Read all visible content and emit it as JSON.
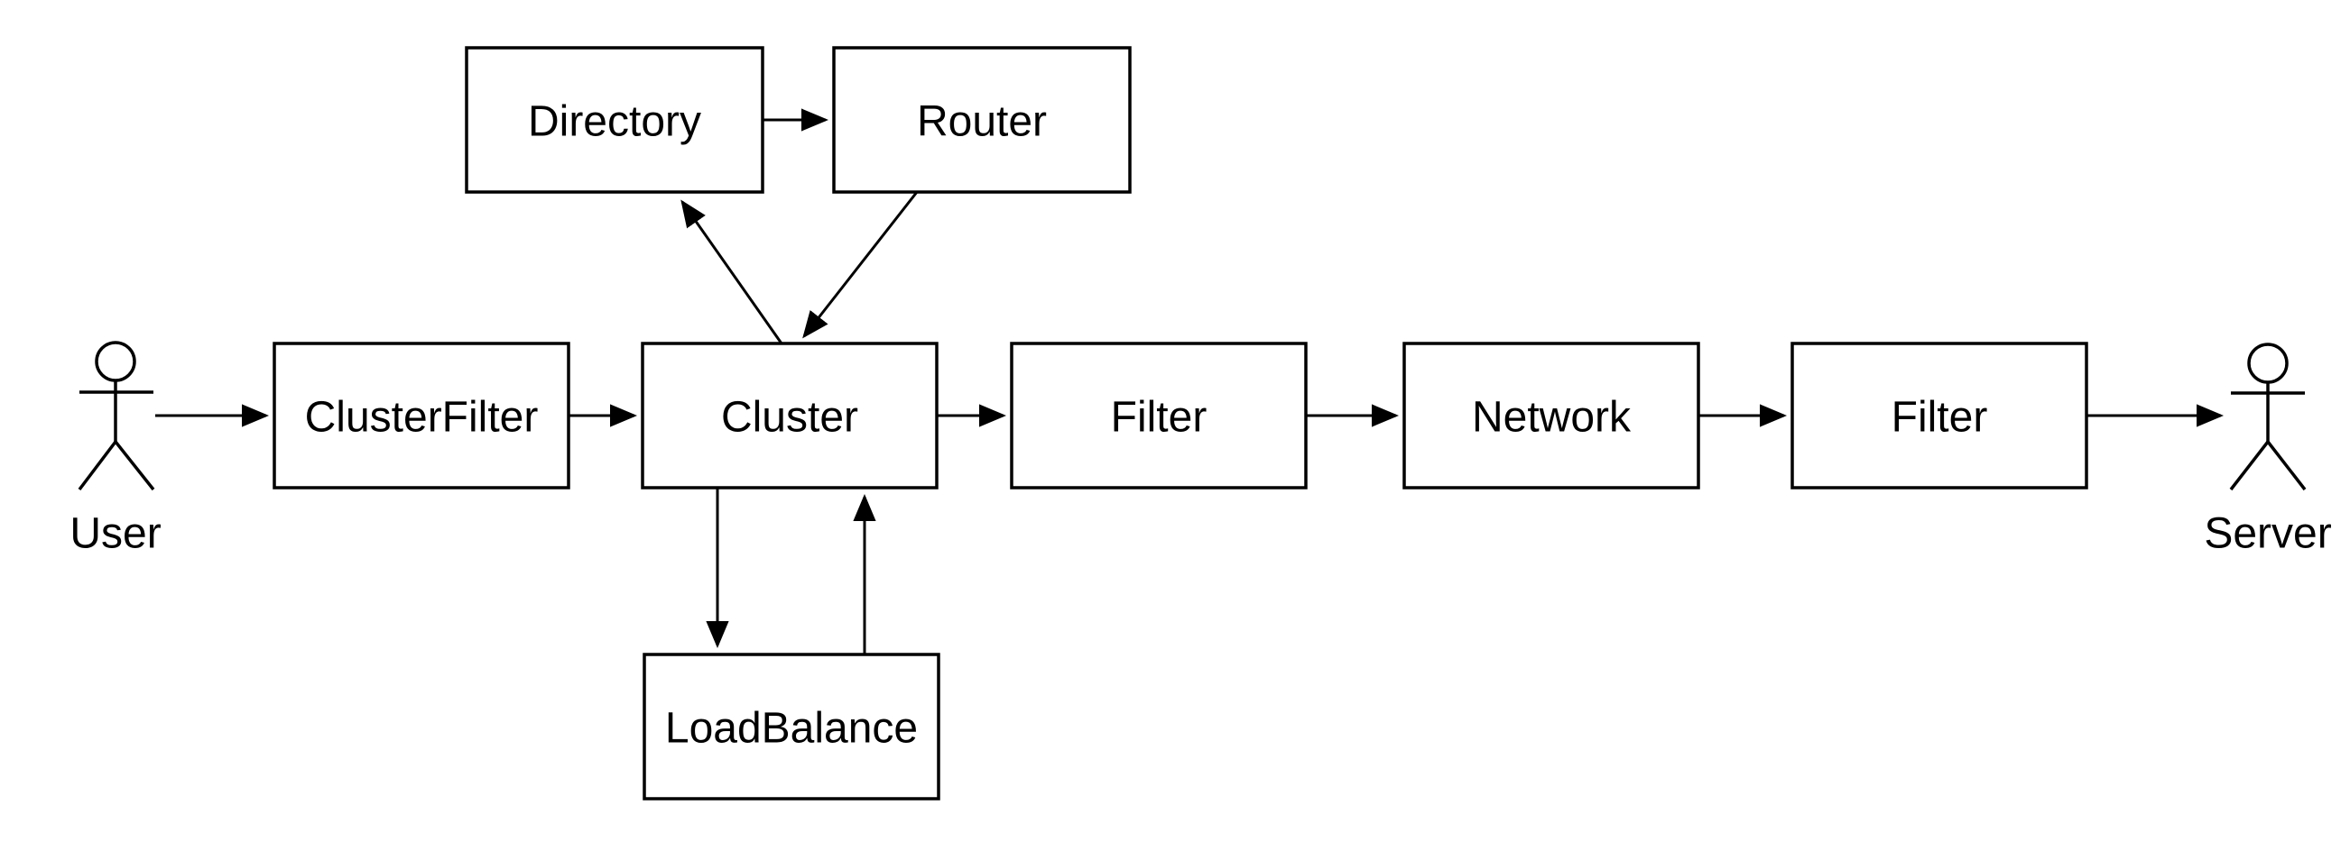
{
  "diagram": {
    "background_color": "#ffffff",
    "line_color": "#000000",
    "text_color": "#000000",
    "actors": [
      {
        "id": "user",
        "label": "User"
      },
      {
        "id": "server",
        "label": "Server"
      }
    ],
    "nodes": [
      {
        "id": "directory",
        "label": "Directory"
      },
      {
        "id": "router",
        "label": "Router"
      },
      {
        "id": "cluster-filter",
        "label": "ClusterFilter"
      },
      {
        "id": "cluster",
        "label": "Cluster"
      },
      {
        "id": "filter-left",
        "label": "Filter"
      },
      {
        "id": "network",
        "label": "Network"
      },
      {
        "id": "filter-right",
        "label": "Filter"
      },
      {
        "id": "load-balance",
        "label": "LoadBalance"
      }
    ],
    "edges": [
      {
        "from": "User",
        "to": "ClusterFilter"
      },
      {
        "from": "ClusterFilter",
        "to": "Cluster"
      },
      {
        "from": "Cluster",
        "to": "Filter (left)"
      },
      {
        "from": "Filter (left)",
        "to": "Network"
      },
      {
        "from": "Network",
        "to": "Filter (right)"
      },
      {
        "from": "Filter (right)",
        "to": "Server"
      },
      {
        "from": "Directory",
        "to": "Router"
      },
      {
        "from": "Cluster",
        "to": "Directory"
      },
      {
        "from": "Router",
        "to": "Cluster"
      },
      {
        "from": "Cluster",
        "to": "LoadBalance"
      },
      {
        "from": "LoadBalance",
        "to": "Cluster"
      }
    ]
  }
}
